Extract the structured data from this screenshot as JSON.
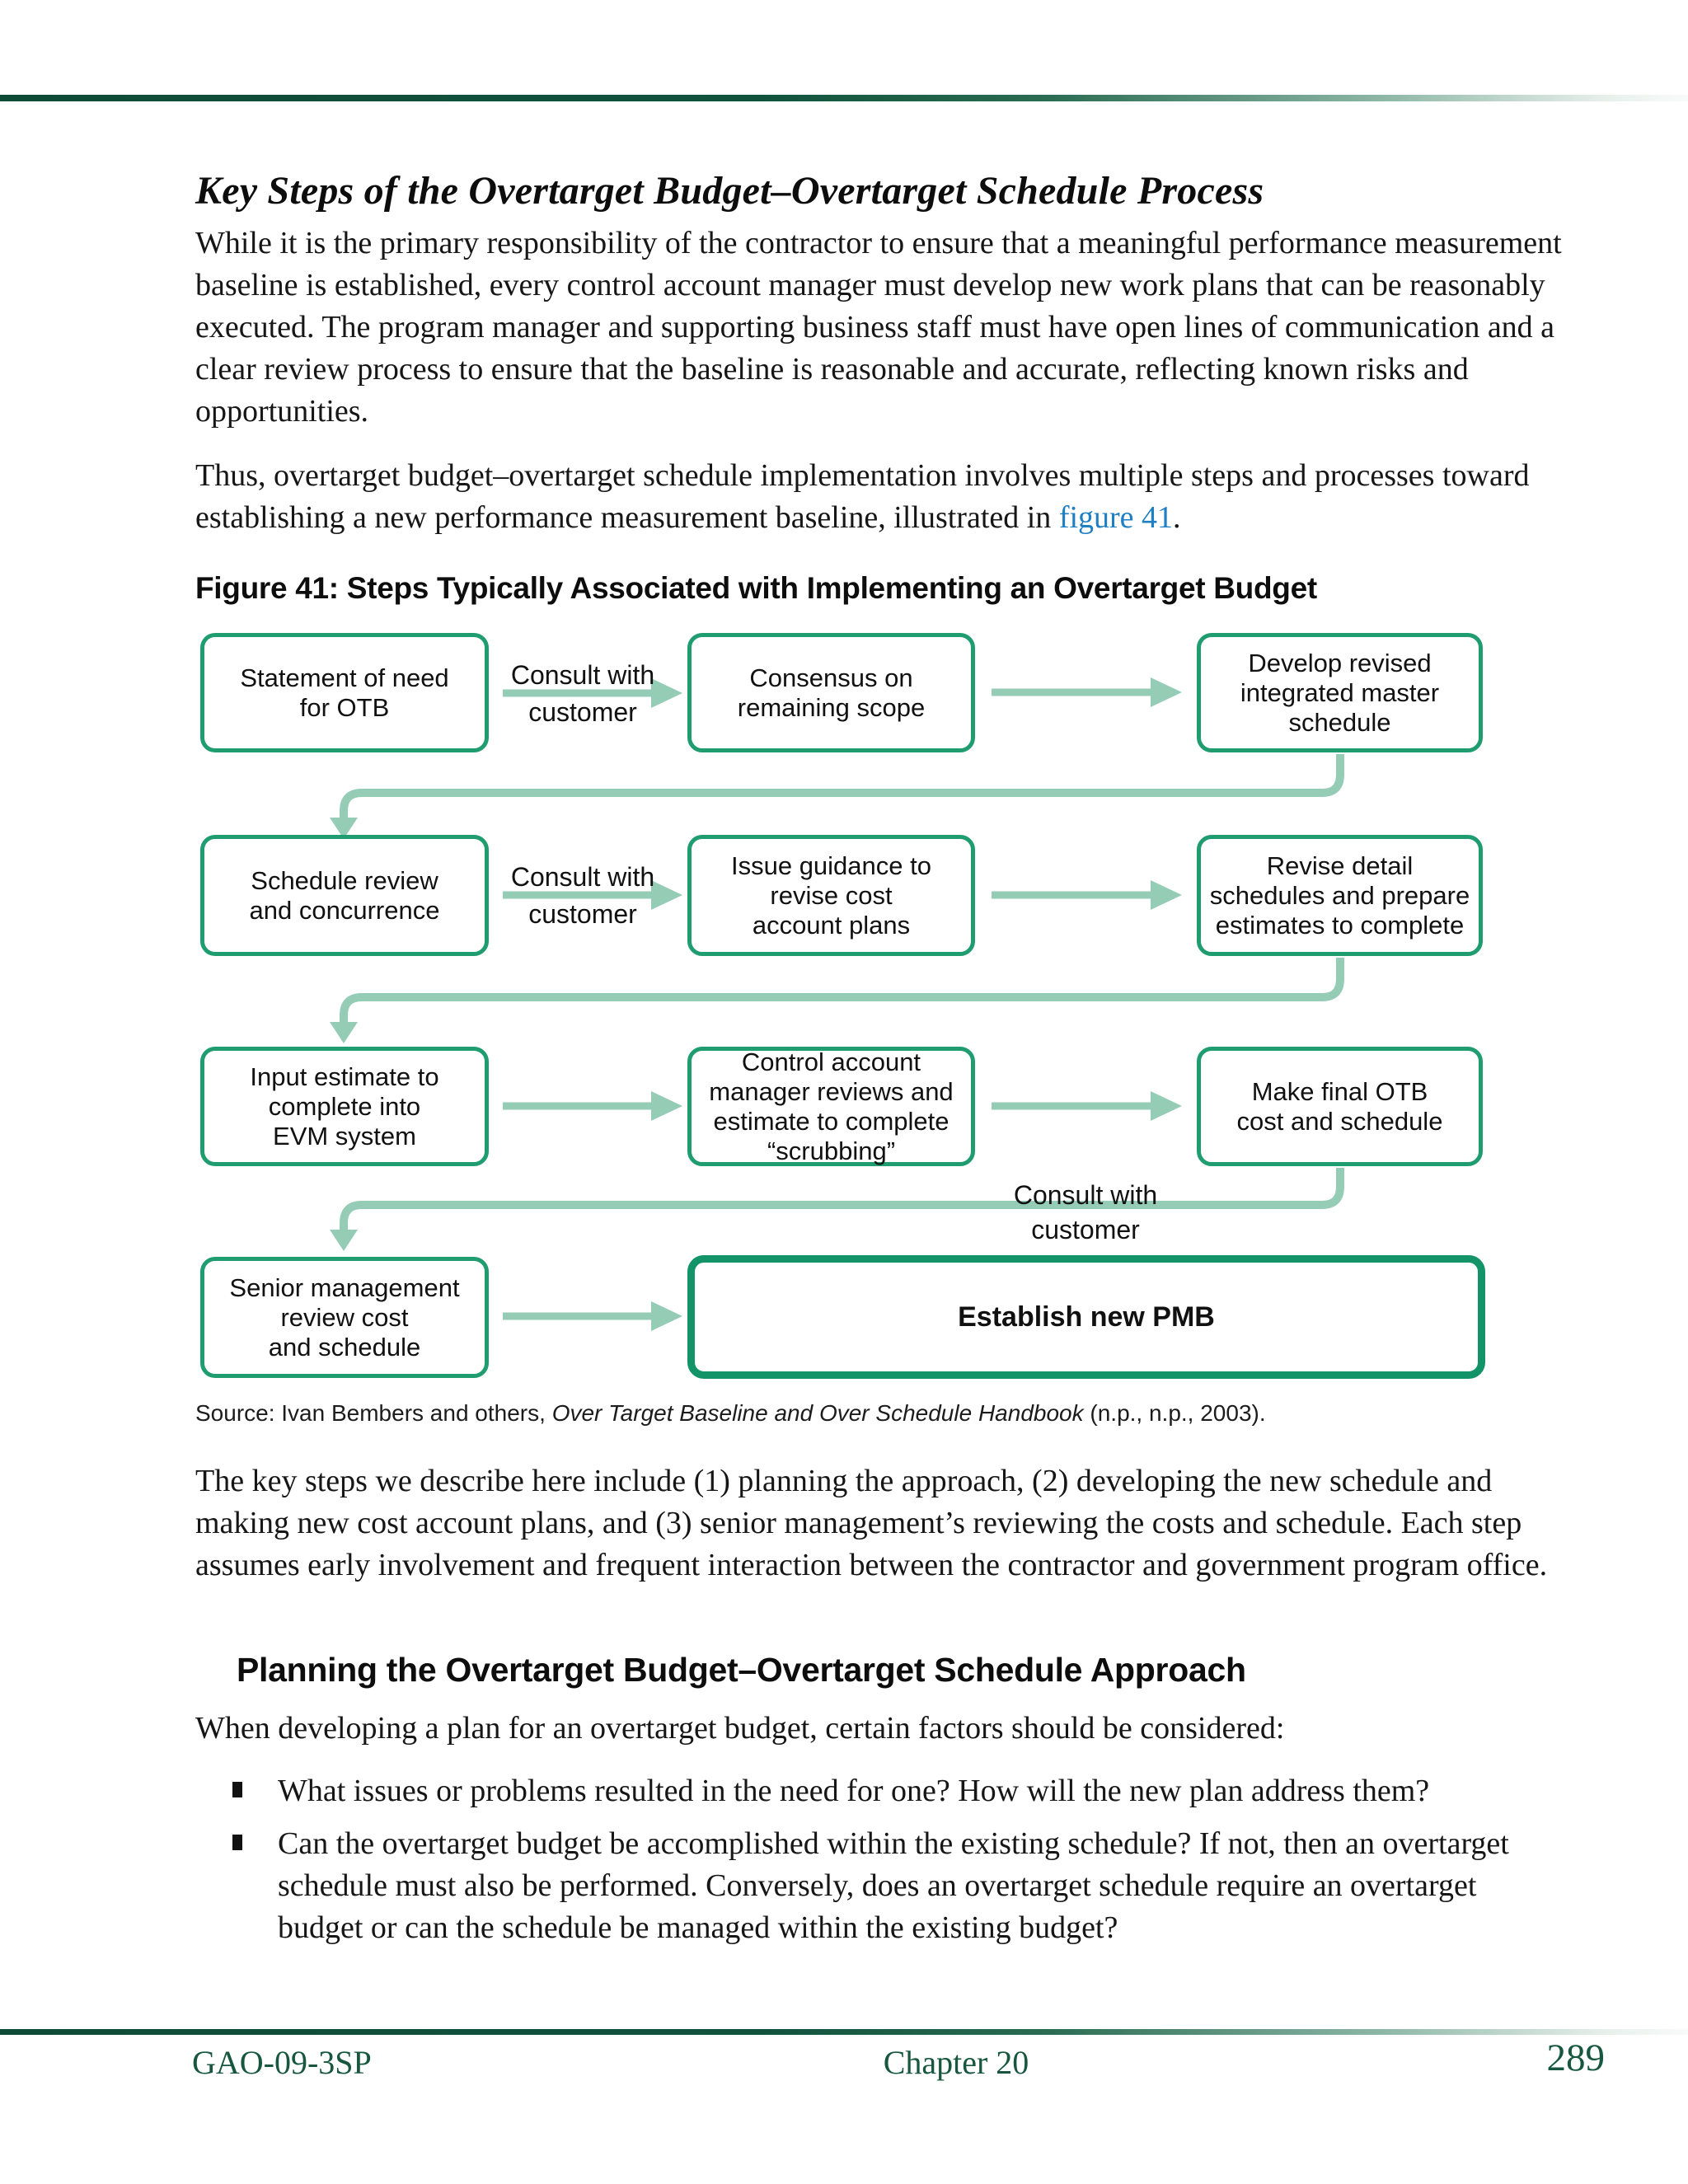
{
  "title": "Key Steps of the Overtarget Budget–Overtarget Schedule Process",
  "paragraphs": {
    "p1": "While it is the primary responsibility of the contractor to ensure that a meaningful performance measurement baseline is established, every control account manager must develop new work plans that can be reasonably executed. The program manager and supporting business staff must have open lines of communication and a clear review process to ensure that the baseline is reasonable and accurate, reflecting known risks and opportunities.",
    "p2_before": "Thus, overtarget budget–overtarget schedule implementation involves multiple steps and processes toward establishing a new performance measurement baseline, illustrated in ",
    "p2_link": "figure 41",
    "p2_after": ".",
    "p3": "The key steps we describe here include (1) planning the approach, (2) developing the new schedule and making new cost account plans, and (3) senior management’s reviewing the costs and schedule. Each step assumes early involvement and frequent interaction between the contractor and government program office.",
    "p4": "When developing a plan for an overtarget budget, certain factors should be considered:"
  },
  "diagram": {
    "caption": "Figure 41: Steps Typically Associated with Implementing an Overtarget Budget",
    "boxes": [
      "Statement of need\nfor OTB",
      "Consensus on\nremaining scope",
      "Develop revised\nintegrated master\nschedule",
      "Schedule review\nand concurrence",
      "Issue guidance to\nrevise cost\naccount plans",
      "Revise detail\nschedules and prepare\nestimates to complete",
      "Input estimate to\ncomplete into\nEVM system",
      "Control account\nmanager reviews and\nestimate to complete\n“scrubbing”",
      "Make final OTB\ncost and schedule",
      "Senior management\nreview cost\nand schedule",
      "Establish new PMB"
    ],
    "connector_label_top": "Consult with",
    "connector_label_bottom": "customer"
  },
  "source": {
    "prefix": "Source: Ivan Bembers and others, ",
    "italic": "Over Target Baseline and Over Schedule Handbook",
    "suffix": " (n.p., n.p., 2003)."
  },
  "sections": {
    "h2": "Planning the Overtarget Budget–Overtarget Schedule Approach"
  },
  "bullets": [
    "What issues or problems resulted in the need for one? How will the new plan address them?",
    "Can the overtarget budget be accomplished within the existing schedule? If not, then an overtarget schedule must also be performed. Conversely, does an overtarget schedule require an overtarget budget or can the schedule be managed within the existing budget?"
  ],
  "footer": {
    "report_number": "GAO-09-3SP",
    "chapter": "Chapter 20",
    "page_number": "289"
  },
  "colors": {
    "rule_green_dark": "#0f4a36",
    "box_border_green": "#1f9d70",
    "pmb_border_green": "#129368",
    "arrow_green": "#95ccb6",
    "link_blue": "#1e7fc2",
    "footer_green": "#17573f"
  }
}
